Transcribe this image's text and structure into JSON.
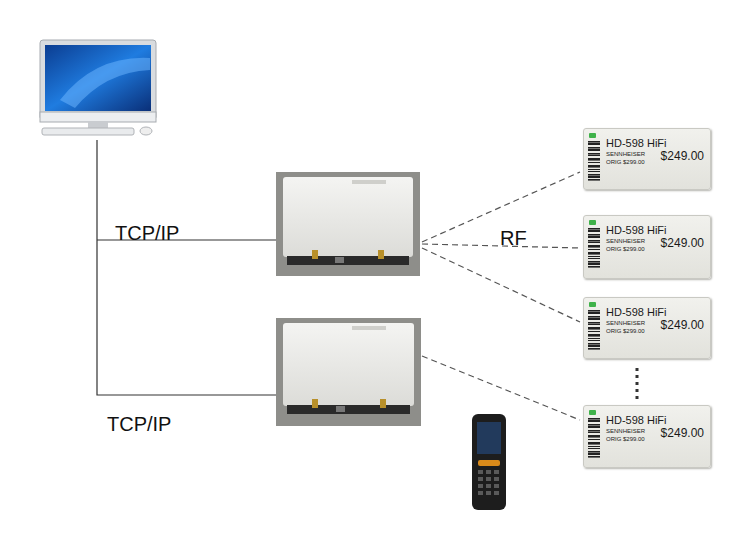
{
  "diagram": {
    "nodes": [
      {
        "text": [
          "HD-598 HiFi",
          "$249.00",
          "SENNHEISER",
          "ORIG $299.00"
        ]
      },
      {
        "text": [
          "HD-598 HiFi",
          "$249.00",
          "SENNHEISER",
          "ORIG $299.00"
        ]
      },
      {
        "text": [
          "HD-598 HiFi",
          "$249.00",
          "SENNHEISER",
          "ORIG $299.00"
        ]
      },
      {
        "text": [
          "HD-598 HiFi",
          "$249.00",
          "SENNHEISER",
          "ORIG $299.00"
        ]
      }
    ],
    "labels": [
      "TCP/IP",
      "RF",
      "TCP/IP"
    ]
  }
}
